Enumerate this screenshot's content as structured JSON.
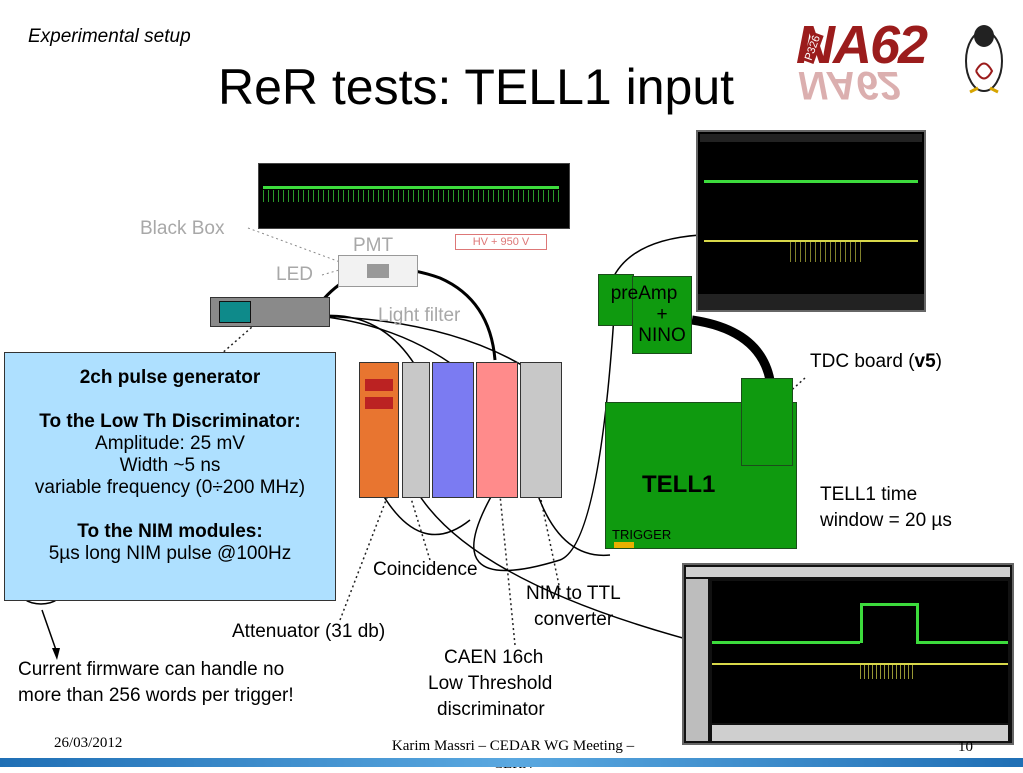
{
  "header": {
    "section": "Experimental setup",
    "title": "ReR tests: TELL1 input"
  },
  "logo": {
    "text": "NA62",
    "tag": "P326"
  },
  "labels": {
    "black_box": "Black Box",
    "pmt": "PMT",
    "led": "LED",
    "light_filter": "Light filter",
    "hv": "HV + 950 V",
    "preamp_line1": "preAmp",
    "preamp_line2": "+",
    "preamp_line3": "NINO",
    "tdc_board_prefix": "TDC board (",
    "tdc_board_version": "v5",
    "tdc_board_suffix": ")",
    "tell1": "TELL1",
    "trigger": "TRIGGER",
    "tell1_window_line1": "TELL1 time",
    "tell1_window_line2": "window = 20 µs",
    "coincidence": "Coincidence",
    "nim_ttl_line1": "NIM to TTL",
    "nim_ttl_line2": "converter",
    "attenuator": "Attenuator (31 db)",
    "caen_line1": "CAEN 16ch",
    "caen_line2": "Low Threshold",
    "caen_line3": "discriminator",
    "firmware_line1": "Current firmware can handle no",
    "firmware_line2": "more than 256 words per trigger!"
  },
  "pulse_generator": {
    "title": "2ch pulse generator",
    "low_th_heading": "To the Low Th Discriminator:",
    "amplitude": "Amplitude: 25 mV",
    "width": "Width ~5 ns",
    "frequency": "variable frequency (0÷200 MHz)",
    "nim_heading": "To the NIM modules:",
    "nim_pulse_highlight": "5µs",
    "nim_pulse_rest": " long NIM pulse @100Hz"
  },
  "footer": {
    "date": "26/03/2012",
    "author_line1": "Karim Massri – CEDAR WG Meeting –",
    "author_line2": "CERN",
    "page": "10"
  },
  "colors": {
    "orange_module": "#e87530",
    "gray_module": "#c8c8c8",
    "blue_module": "#7b7bf2",
    "pink_module": "#ff8b8b",
    "green_board": "#0f9a0f",
    "scope_trace_green": "#3ddc3d",
    "scope_trace_yellow": "#d8d84a"
  }
}
